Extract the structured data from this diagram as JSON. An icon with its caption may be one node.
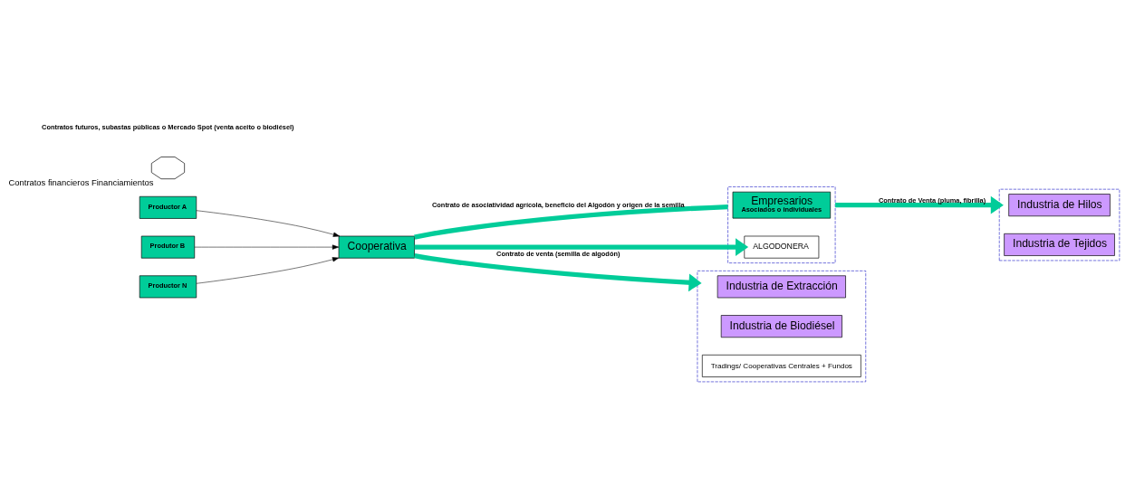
{
  "diagram": {
    "nodes": [
      {
        "text": [
          "Productor A"
        ]
      },
      {
        "text": [
          "Produtor B"
        ]
      },
      {
        "text": [
          "Productor N"
        ]
      },
      {
        "text": [
          "Cooperativa"
        ]
      },
      {
        "text": [],
        "shape": "box"
      },
      {
        "text": [
          "Empresarios",
          "Asociados o individuales"
        ],
        "in": 4
      },
      {
        "text": [
          "ALGODONERA"
        ],
        "in": 4
      },
      {
        "text": [],
        "shape": "box"
      },
      {
        "text": [
          "Industria de Extracción"
        ],
        "in": 7
      },
      {
        "text": [
          "Industria de Biodiésel"
        ],
        "in": 7
      },
      {
        "text": [
          "Tradings/ Cooperativas Centrales + Fundos"
        ],
        "in": 7
      },
      {
        "text": [],
        "shape": "box"
      },
      {
        "text": [
          "Industria de Hilos"
        ],
        "in": 11
      },
      {
        "text": [
          "Industria de Tejidos"
        ],
        "in": 11
      },
      {
        "text": [],
        "shape": "cross",
        "beside": [
          "Contratos financieros Financiamientos"
        ]
      }
    ],
    "edges": [
      {
        "from": 0,
        "to": 3,
        "arrow": "to",
        "color": "#000000"
      },
      {
        "from": 1,
        "to": 3,
        "arrow": "to",
        "color": "#000000"
      },
      {
        "from": 2,
        "to": 3,
        "arrow": "to",
        "color": "#000000"
      },
      {
        "from": 3,
        "to": 4,
        "arrow": "none",
        "color": "#00cc99",
        "label": "Contrato de asociatividad agrícola, beneficio del Algodón y origen de la semilla"
      },
      {
        "from": 3,
        "to": 6,
        "arrow": "to",
        "color": "#00cc99"
      },
      {
        "from": 3,
        "to": 7,
        "arrow": "to",
        "color": "#00cc99",
        "label": "Contrato de venta (semilla de algodón)"
      },
      {
        "from": 4,
        "to": 11,
        "arrow": "to",
        "color": "#00cc99",
        "label": "Contrato de Venta (pluma, fibrilla)"
      }
    ],
    "labels": [
      "Contratos futuros, subastas públicas o Mercado Spot (venta aceito o biodiésel)"
    ]
  }
}
